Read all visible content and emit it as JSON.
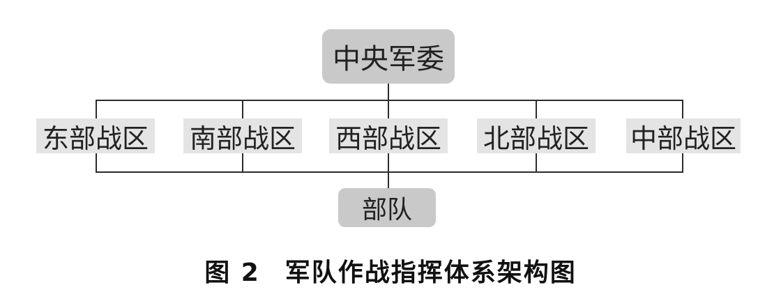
{
  "diagram": {
    "top_node": "中央军委",
    "regions": [
      "东部战区",
      "南部战区",
      "西部战区",
      "北部战区",
      "中部战区"
    ],
    "bottom_node": "部队"
  },
  "caption": {
    "figure_number": "图 2",
    "title": "军队作战指挥体系架构图"
  }
}
